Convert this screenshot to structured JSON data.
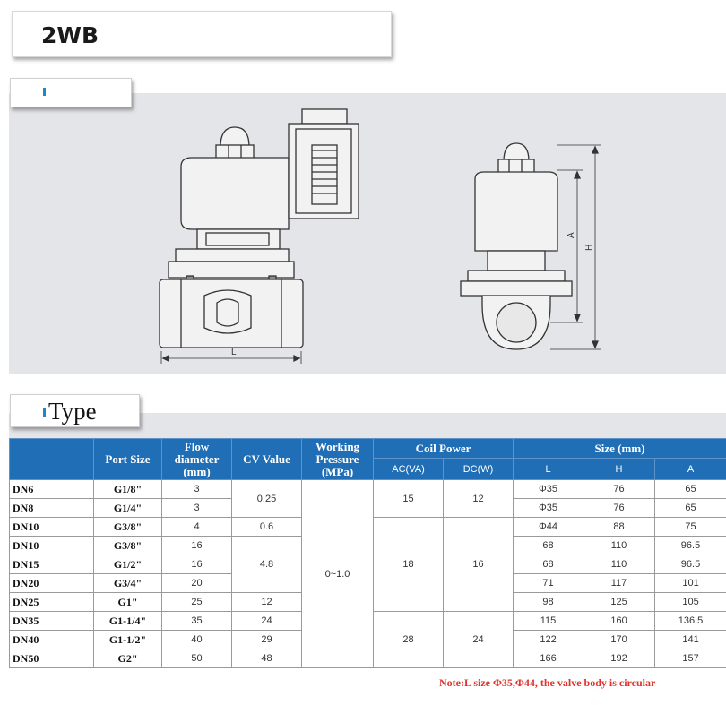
{
  "title": "2WB",
  "type_heading": "Type",
  "drawing_labels": {
    "length": "L",
    "height": "H",
    "a_dim": "A"
  },
  "table": {
    "headers": {
      "port_size": "Port Size",
      "flow_diameter": "Flow diameter (mm)",
      "cv_value": "CV Value",
      "working_pressure": "Working Pressure (MPa)",
      "coil_power": "Coil Power",
      "ac": "AC(VA)",
      "dc": "DC(W)",
      "size": "Size (mm)",
      "l": "L",
      "h": "H",
      "a": "A"
    },
    "rows": [
      {
        "dn": "DN6",
        "port": "G1/8\"",
        "flow": "3",
        "l": "Φ35",
        "h": "76",
        "a": "65"
      },
      {
        "dn": "DN8",
        "port": "G1/4\"",
        "flow": "3",
        "l": "Φ35",
        "h": "76",
        "a": "65"
      },
      {
        "dn": "DN10",
        "port": "G3/8\"",
        "flow": "4",
        "l": "Φ44",
        "h": "88",
        "a": "75"
      },
      {
        "dn": "DN10",
        "port": "G3/8\"",
        "flow": "16",
        "l": "68",
        "h": "110",
        "a": "96.5"
      },
      {
        "dn": "DN15",
        "port": "G1/2\"",
        "flow": "16",
        "l": "68",
        "h": "110",
        "a": "96.5"
      },
      {
        "dn": "DN20",
        "port": "G3/4\"",
        "flow": "20",
        "l": "71",
        "h": "117",
        "a": "101"
      },
      {
        "dn": "DN25",
        "port": "G1\"",
        "flow": "25",
        "l": "98",
        "h": "125",
        "a": "105"
      },
      {
        "dn": "DN35",
        "port": "G1-1/4\"",
        "flow": "35",
        "l": "115",
        "h": "160",
        "a": "136.5"
      },
      {
        "dn": "DN40",
        "port": "G1-1/2\"",
        "flow": "40",
        "l": "122",
        "h": "170",
        "a": "141"
      },
      {
        "dn": "DN50",
        "port": "G2\"",
        "flow": "50",
        "l": "166",
        "h": "192",
        "a": "157"
      }
    ],
    "cv_groups": [
      "0.25",
      "0.6",
      "4.8",
      "12",
      "24",
      "29",
      "48"
    ],
    "pressure": "0~1.0",
    "coil_groups": [
      {
        "ac": "15",
        "dc": "12"
      },
      {
        "ac": "18",
        "dc": "16"
      },
      {
        "ac": "28",
        "dc": "24"
      }
    ]
  },
  "note": "Note:L size Φ35,Φ44, the valve body is circular"
}
